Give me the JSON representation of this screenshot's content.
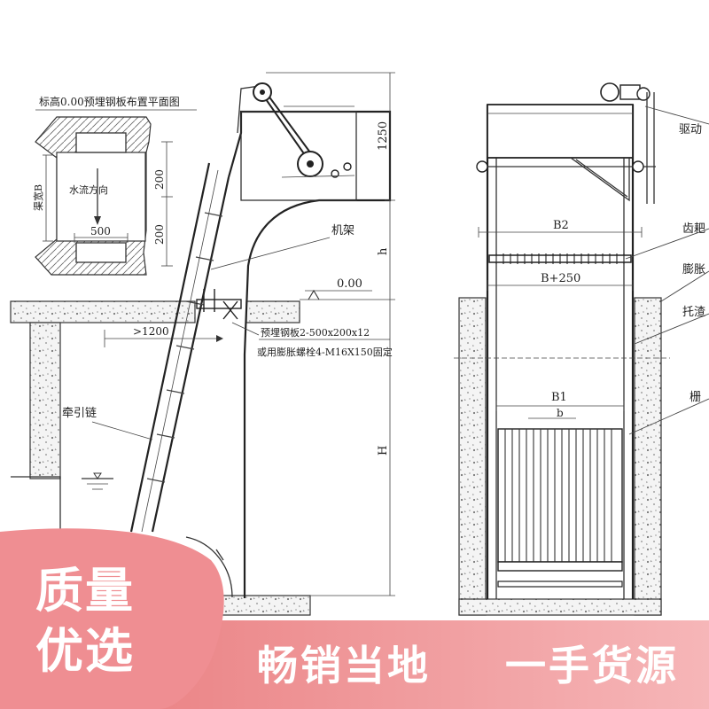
{
  "plan": {
    "title": "标高0.00预埋钢板布置平面图",
    "flow_label": "水流方向",
    "width_label": "渠宽B",
    "dim_500": "500",
    "dim_200_a": "200",
    "dim_200_b": "200"
  },
  "side_view": {
    "dim_1250": "1250",
    "frame_label": "机架",
    "h_label": "h",
    "elevation": "0.00",
    "dim_1200": ">1200",
    "plate_note_1": "预埋钢板2-500x200x12",
    "plate_note_2": "或用膨胀螺栓4-M16X150固定",
    "chain_label": "牵引链",
    "H_label": "H"
  },
  "front_view": {
    "B2": "B2",
    "B250": "B+250",
    "B1": "B1",
    "b": "b",
    "callout_1": "驱动",
    "callout_2": "齿耙",
    "callout_3": "膨胀",
    "callout_4": "托渣",
    "callout_5": "栅"
  },
  "banner": {
    "badge_line1": "质量",
    "badge_line2": "优选",
    "slogan_left": "畅销当地",
    "slogan_right": "一手货源",
    "colors": {
      "gradient_start": "#e8787a",
      "gradient_end": "#f6b6b8",
      "badge": "#ef8e92"
    }
  }
}
